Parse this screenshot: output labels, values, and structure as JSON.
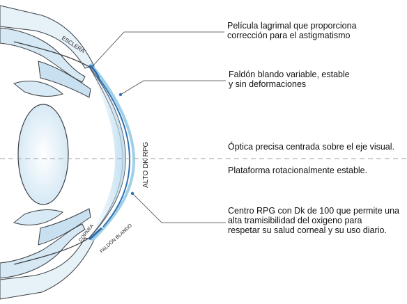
{
  "labels": {
    "esclera": "ESCLERA",
    "alto_dk_rpg": "ALTO DK RPG",
    "cornea": "CORNEA",
    "faldon_blando": "FALDÓN BLANDO"
  },
  "callouts": [
    {
      "id": "pelicula",
      "text": "Película lagrimal que proporciona\ncorrección para el astigmatismo"
    },
    {
      "id": "faldon",
      "text": "Faldón blando variable, estable\ny sin deformaciones"
    },
    {
      "id": "optica",
      "text": "Óptica precisa centrada sobre el eje visual."
    },
    {
      "id": "plataforma",
      "text": "Plataforma rotacionalmente estable."
    },
    {
      "id": "centro",
      "text": "Centro RPG con Dk de 100 que permite una\nalta tramisibilidad del oxigeno para\nrespetar su salud corneal y su uso diario."
    }
  ],
  "colors": {
    "tissue": "#cfe5f3",
    "tissue_light": "#e8f3fa",
    "outline": "#3b3f44",
    "lens_blue": "#2f6fb3",
    "lens_light": "#9fd0ea",
    "axis": "#9aa0a6"
  }
}
